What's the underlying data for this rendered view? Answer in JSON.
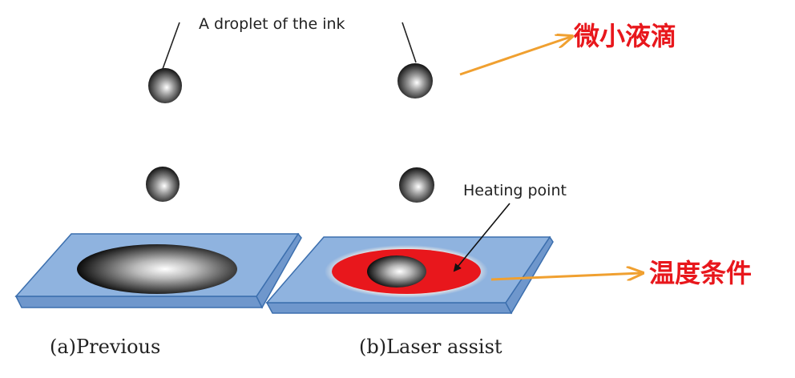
{
  "labels": {
    "droplet": "A droplet of the ink",
    "heating_point": "Heating point",
    "previous": "(a)Previous",
    "laser_assist": "(b)Laser assist",
    "micro_droplet": "微小液滴",
    "temperature_condition": "温度条件"
  },
  "colors": {
    "plate_fill": "#8fb3df",
    "plate_stroke": "#3c6fae",
    "heating_zone": "#e8171c",
    "annotation_text": "#e8171c",
    "annotation_arrow": "#f0a030",
    "droplet_dark": "#111111",
    "droplet_light": "#ffffff"
  }
}
